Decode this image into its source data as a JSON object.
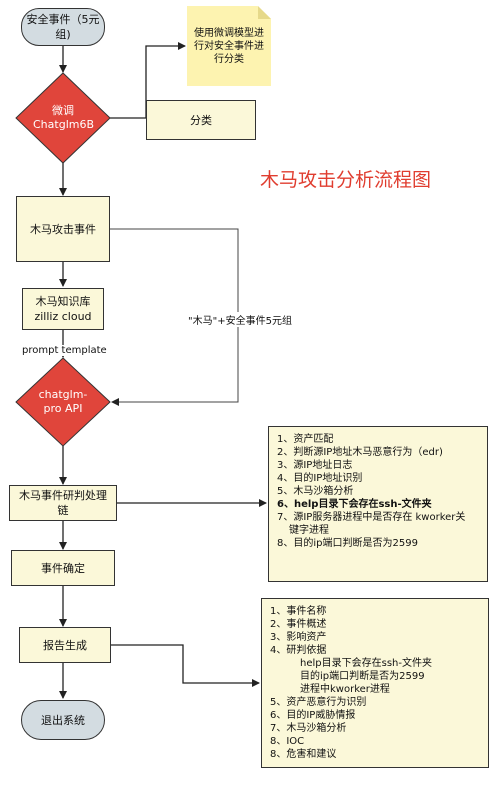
{
  "title": "木马攻击分析流程图",
  "nodes": {
    "start": "安全事件（5元组)",
    "note": "使用微调模型进行对安全事件进行分类",
    "finetune": "微调 Chatglm6B",
    "classify": "分类",
    "trojan_event": "木马攻击事件",
    "knowledge": "木马知识库 zilliz cloud",
    "prompt_template": "prompt template",
    "chatglm_pro": "chatglm-pro API",
    "analysis_chain": "木马事件研判处理链",
    "confirm": "事件确定",
    "report": "报告生成",
    "exit": "退出系统"
  },
  "edge_labels": {
    "trojan_plus": "\"木马\"+安全事件5元组"
  },
  "analysis_list": [
    "1、资产匹配",
    "2、判断源IP地址木马恶意行为（edr)",
    "3、源IP地址日志",
    "4、目的IP地址识别",
    "5、木马沙箱分析",
    "6、help目录下会存在ssh-文件夹",
    "7、源IP服务器进程中是否存在 kworker关",
    "键字进程",
    "8、目的ip端口判断是否为2599"
  ],
  "report_list": [
    "1、事件名称",
    "2、事件概述",
    "3、影响资产",
    "4、研判依据",
    "help目录下会存在ssh-文件夹",
    "目的ip端口判断是否为2599",
    "进程中kworker进程",
    "5、资产恶意行为识别",
    "6、目的IP威胁情报",
    "7、木马沙箱分析",
    "8、IOC",
    "8、危害和建议"
  ],
  "colors": {
    "decision_fill": "#e0453b",
    "process_fill": "#fbf8d9",
    "terminal_fill": "#d3dce1",
    "note_fill": "#fdf3b0",
    "title_color": "#e03d2f"
  }
}
